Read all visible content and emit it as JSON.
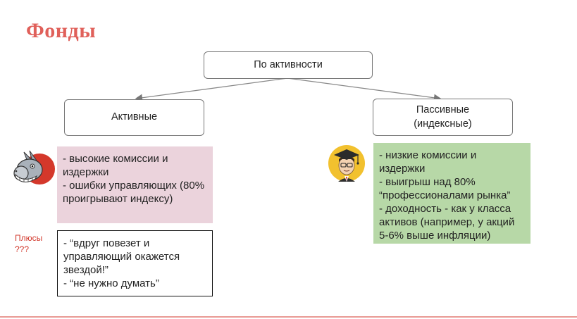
{
  "title": "Фонды",
  "root": {
    "label": "По активности"
  },
  "left": {
    "label": "Активные",
    "minuses": [
      "- высокие комиссии и издержки",
      "- ошибки управляющих (80% проигрывают индексу)"
    ],
    "pluses_label": "Плюсы\n???",
    "pluses": [
      "- “вдруг повезет и управляющий окажется звездой!”",
      "- “не нужно думать”"
    ],
    "icon": "grinning-donkey-icon"
  },
  "right": {
    "label_line1": "Пассивные",
    "label_line2": "(индексные)",
    "points": [
      "- низкие комиссии и издержки",
      "- выигрыш над 80% “профессионалами рынка”",
      "- доходность - как у класса активов (например, у акций 5-6% выше инфляции)"
    ],
    "icon": "graduate-student-icon"
  },
  "colors": {
    "title": "#e0605a",
    "minus_box": "#ebd3dc",
    "plus_box": "#b7d8a7",
    "pluses_label": "#d23a2e"
  }
}
